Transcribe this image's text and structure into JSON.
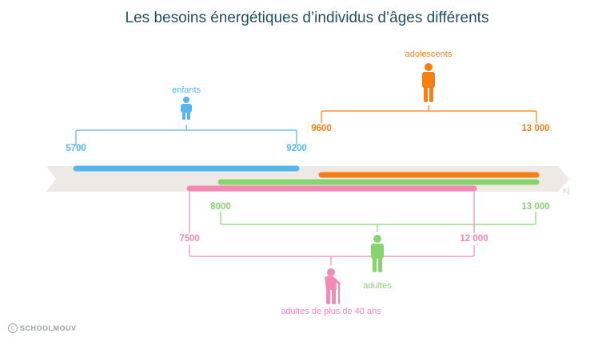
{
  "title": "Les besoins énergétiques d’individus d’âges différents",
  "unit": "Kj",
  "brand": "SCHOOLMOUV",
  "colors": {
    "enfants": "#55b6ef",
    "adolescents": "#f57f12",
    "adultes": "#86d46e",
    "adultes40": "#f489b6",
    "axis": "#efe9e5",
    "title": "#1f4e5f"
  },
  "groups": {
    "enfants": {
      "label": "enfants",
      "min_label": "5700",
      "max_label": "9200",
      "min": 5700,
      "max": 9200
    },
    "adolescents": {
      "label": "adolescents",
      "min_label": "9600",
      "max_label": "13 000",
      "min": 9600,
      "max": 13000
    },
    "adultes": {
      "label": "adultes",
      "min_label": "8000",
      "max_label": "13 000",
      "min": 8000,
      "max": 13000
    },
    "adultes40": {
      "label": "adultes de plus de 40 ans",
      "min_label": "7500",
      "max_label": "12 000",
      "min": 7500,
      "max": 12000
    }
  },
  "icons": {
    "enfants": "child-icon",
    "adolescents": "teenager-icon",
    "adultes": "adult-icon",
    "adultes40": "elderly-person-with-cane-icon"
  }
}
